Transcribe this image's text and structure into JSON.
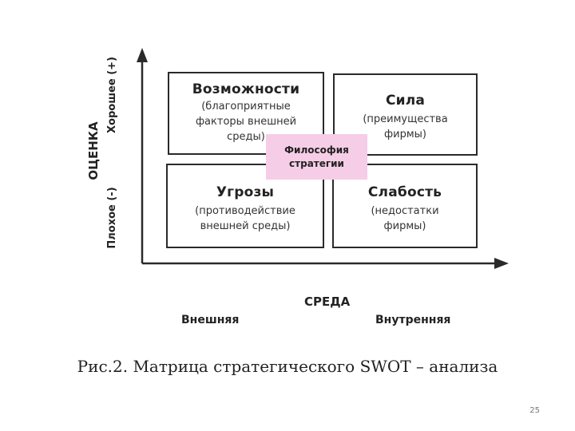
{
  "diagram": {
    "y_axis": {
      "title": "ОЦЕНКА",
      "top_label": "Хорошее (+)",
      "bottom_label": "Плохое (-)"
    },
    "x_axis": {
      "title": "СРЕДА",
      "left_label": "Внешняя",
      "right_label": "Внутренняя"
    },
    "quadrants": {
      "opportunities": {
        "title": "Возможности",
        "description": "(благоприятные\nфакторы внешней\nсреды)"
      },
      "strengths": {
        "title": "Сила",
        "description": "(преимущества\nфирмы)"
      },
      "threats": {
        "title": "Угрозы",
        "description": "(противодействие\nвнешней среды)"
      },
      "weaknesses": {
        "title": "Слабость",
        "description": "(недостатки\nфирмы)"
      }
    },
    "center": {
      "label": "Философия\nстратегии"
    },
    "colors": {
      "center_fill": "#f6cde6",
      "border": "#2a2a2a"
    }
  },
  "caption": "Рис.2. Матрица стратегического SWOT – анализа",
  "page_number": "25"
}
